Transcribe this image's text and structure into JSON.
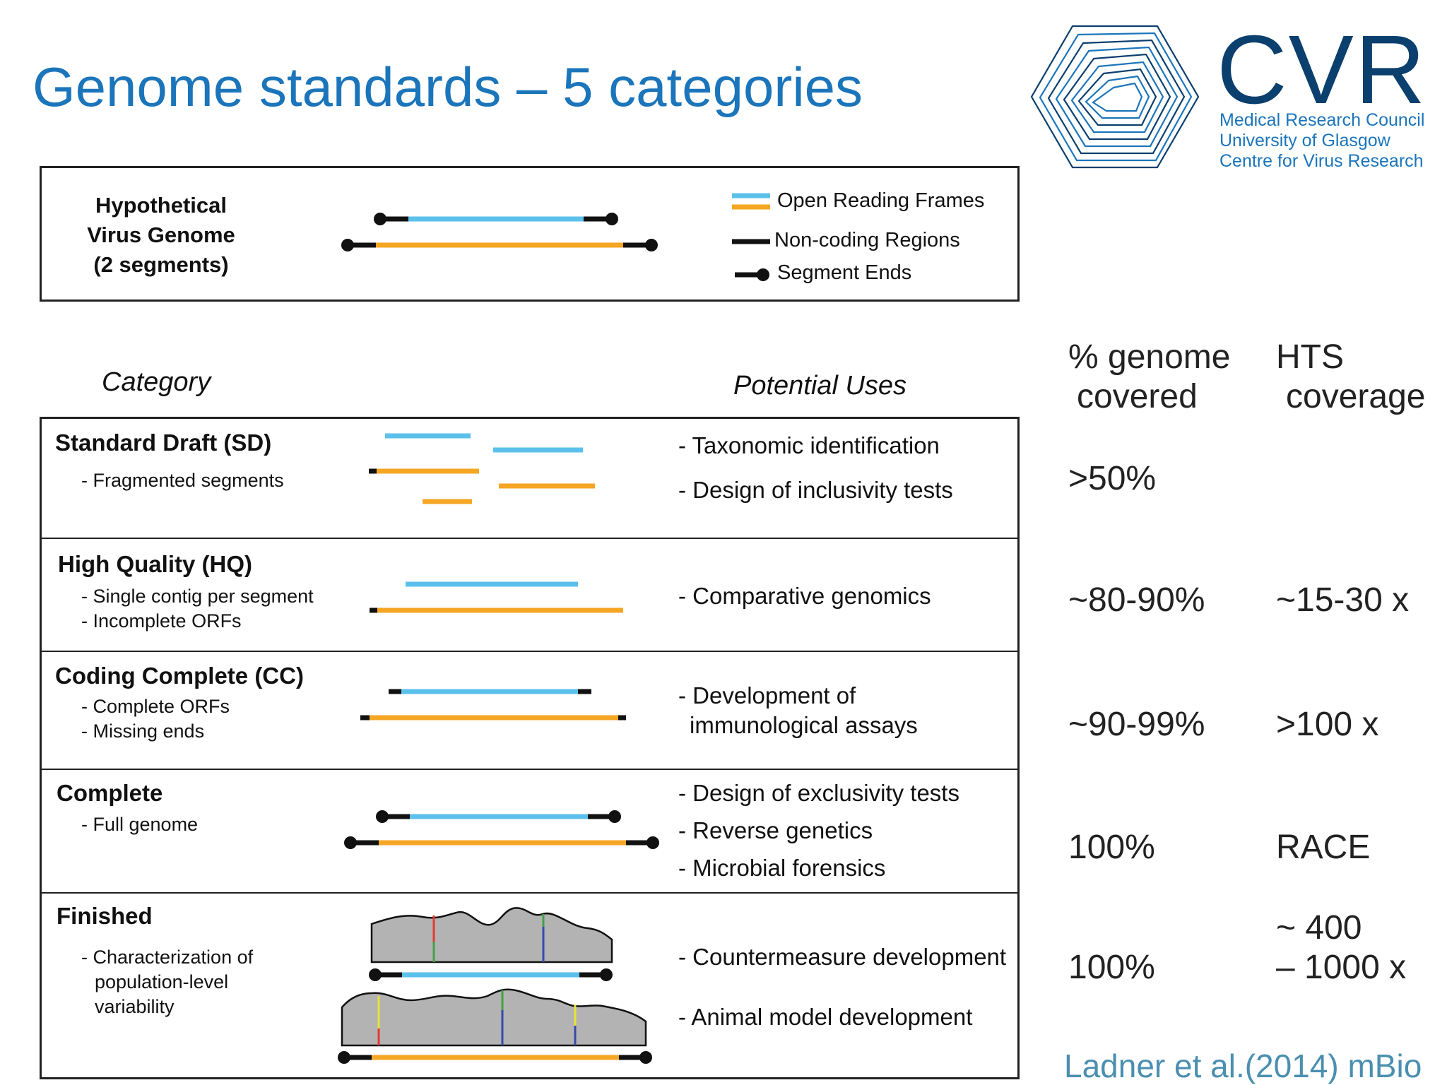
{
  "title": "Genome standards – 5 categories",
  "logo": {
    "wordmark": "CVR",
    "lines": [
      "Medical Research Council",
      "University of Glasgow",
      "Centre for Virus Research"
    ]
  },
  "hypothetical": {
    "label_lines": [
      "Hypothetical",
      "Virus Genome",
      "(2 segments)"
    ]
  },
  "legend": {
    "orf": "Open Reading Frames",
    "noncoding": "Non-coding Regions",
    "ends": "Segment Ends"
  },
  "headers": {
    "category": "Category",
    "uses": "Potential Uses",
    "pct_line1": "% genome",
    "pct_line2": "covered",
    "hts_line1": "HTS",
    "hts_line2": "coverage"
  },
  "rows": [
    {
      "name": "Standard Draft (SD)",
      "subs": [
        "- Fragmented segments"
      ],
      "uses": [
        "- Taxonomic identification",
        "- Design of inclusivity tests"
      ],
      "pct": ">50%",
      "hts": ""
    },
    {
      "name": "High Quality (HQ)",
      "subs": [
        "- Single contig per segment",
        "- Incomplete ORFs"
      ],
      "uses": [
        "- Comparative genomics"
      ],
      "pct": "~80-90%",
      "hts": "~15-30 x"
    },
    {
      "name": "Coding Complete (CC)",
      "subs": [
        "- Complete ORFs",
        "- Missing ends"
      ],
      "uses": [
        "- Development of",
        "immunological assays"
      ],
      "pct": "~90-99%",
      "hts": ">100 x"
    },
    {
      "name": "Complete",
      "subs": [
        "- Full genome"
      ],
      "uses": [
        "- Design of exclusivity tests",
        "- Reverse genetics",
        "- Microbial forensics"
      ],
      "pct": "100%",
      "hts": "RACE"
    },
    {
      "name": "Finished",
      "subs": [
        "- Characterization of",
        "population-level",
        "variability"
      ],
      "uses": [
        "- Countermeasure development",
        "- Animal model development"
      ],
      "pct": "100%",
      "hts_line1": "~ 400",
      "hts_line2": "– 1000 x"
    }
  ],
  "citation": "Ladner et al.(2014) mBio",
  "colors": {
    "title": "#1b75bb",
    "orf": "#5bc0eb",
    "noncoding_orange": "#f5a623",
    "line_black": "#111111",
    "coverage_fill": "#b3b3b3",
    "logo_dark": "#0b3f6e",
    "logo_light": "#1b75bb",
    "citation": "#4a8fb0"
  }
}
